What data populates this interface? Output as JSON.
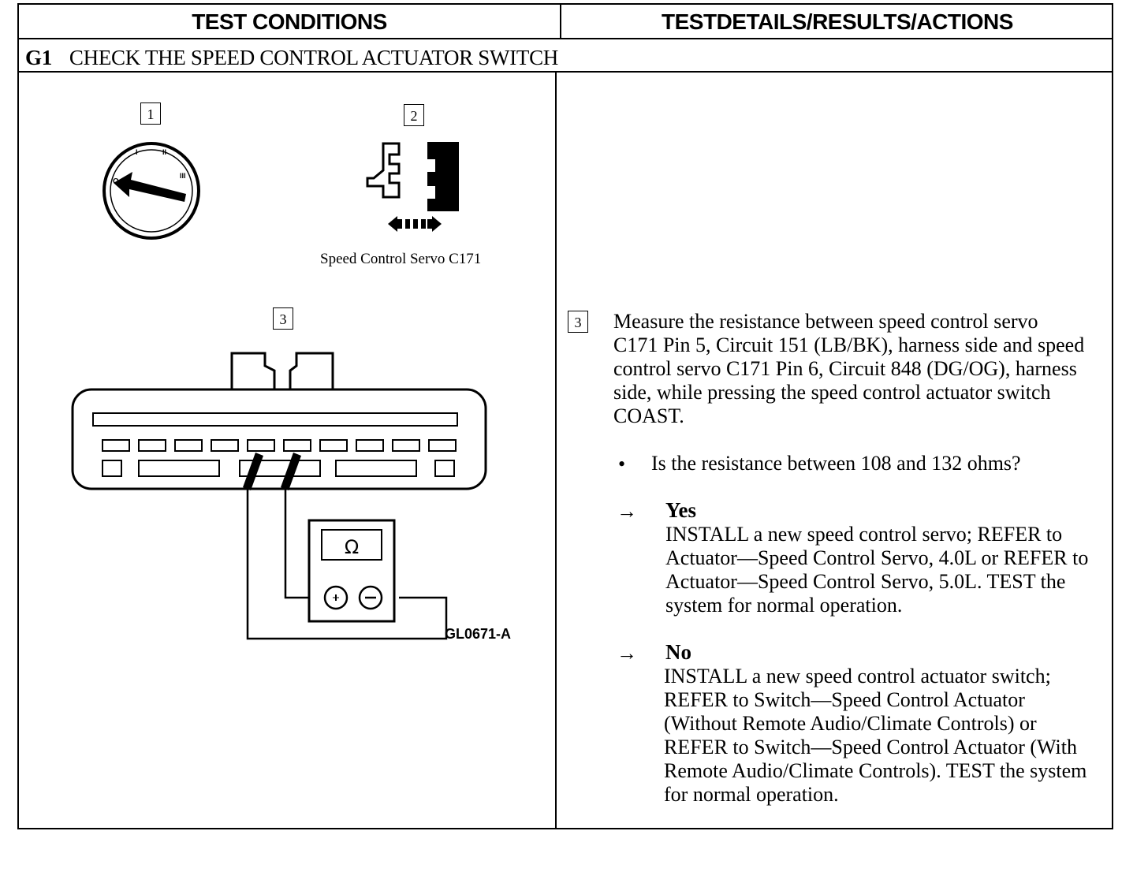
{
  "header": {
    "left": "TEST CONDITIONS",
    "right": "TESTDETAILS/RESULTS/ACTIONS"
  },
  "step": {
    "id": "G1",
    "title": "CHECK THE SPEED CONTROL ACTUATOR SWITCH"
  },
  "diagram": {
    "callout1": "1",
    "callout2": "2",
    "callout3": "3",
    "connector_label": "Speed Control Servo C171",
    "figure_code": "GL0671-A",
    "meter_symbol": "Ω",
    "ignition_positions": [
      "O",
      "I",
      "II",
      "III"
    ]
  },
  "details": {
    "callout": "3",
    "instruction": "Measure the resistance between speed control servo C171 Pin 5, Circuit 151 (LB/BK), harness side and speed control servo C171 Pin 6, Circuit 848 (DG/OG), harness side, while pressing the speed control actuator switch COAST.",
    "question": "Is the resistance between 108 and 132 ohms?",
    "bullet": "•",
    "arrow": "→",
    "yes_label": "Yes",
    "yes_action": "INSTALL a new speed control servo; REFER to Actuator—Speed Control Servo, 4.0L or REFER to Actuator—Speed Control Servo, 5.0L. TEST the system for normal operation.",
    "no_label": "No",
    "no_action": "INSTALL a new speed control actuator switch; REFER to Switch—Speed Control Actuator (Without Remote Audio/Climate Controls) or REFER to Switch—Speed Control Actuator (With Remote Audio/Climate Controls). TEST the system for normal operation."
  }
}
